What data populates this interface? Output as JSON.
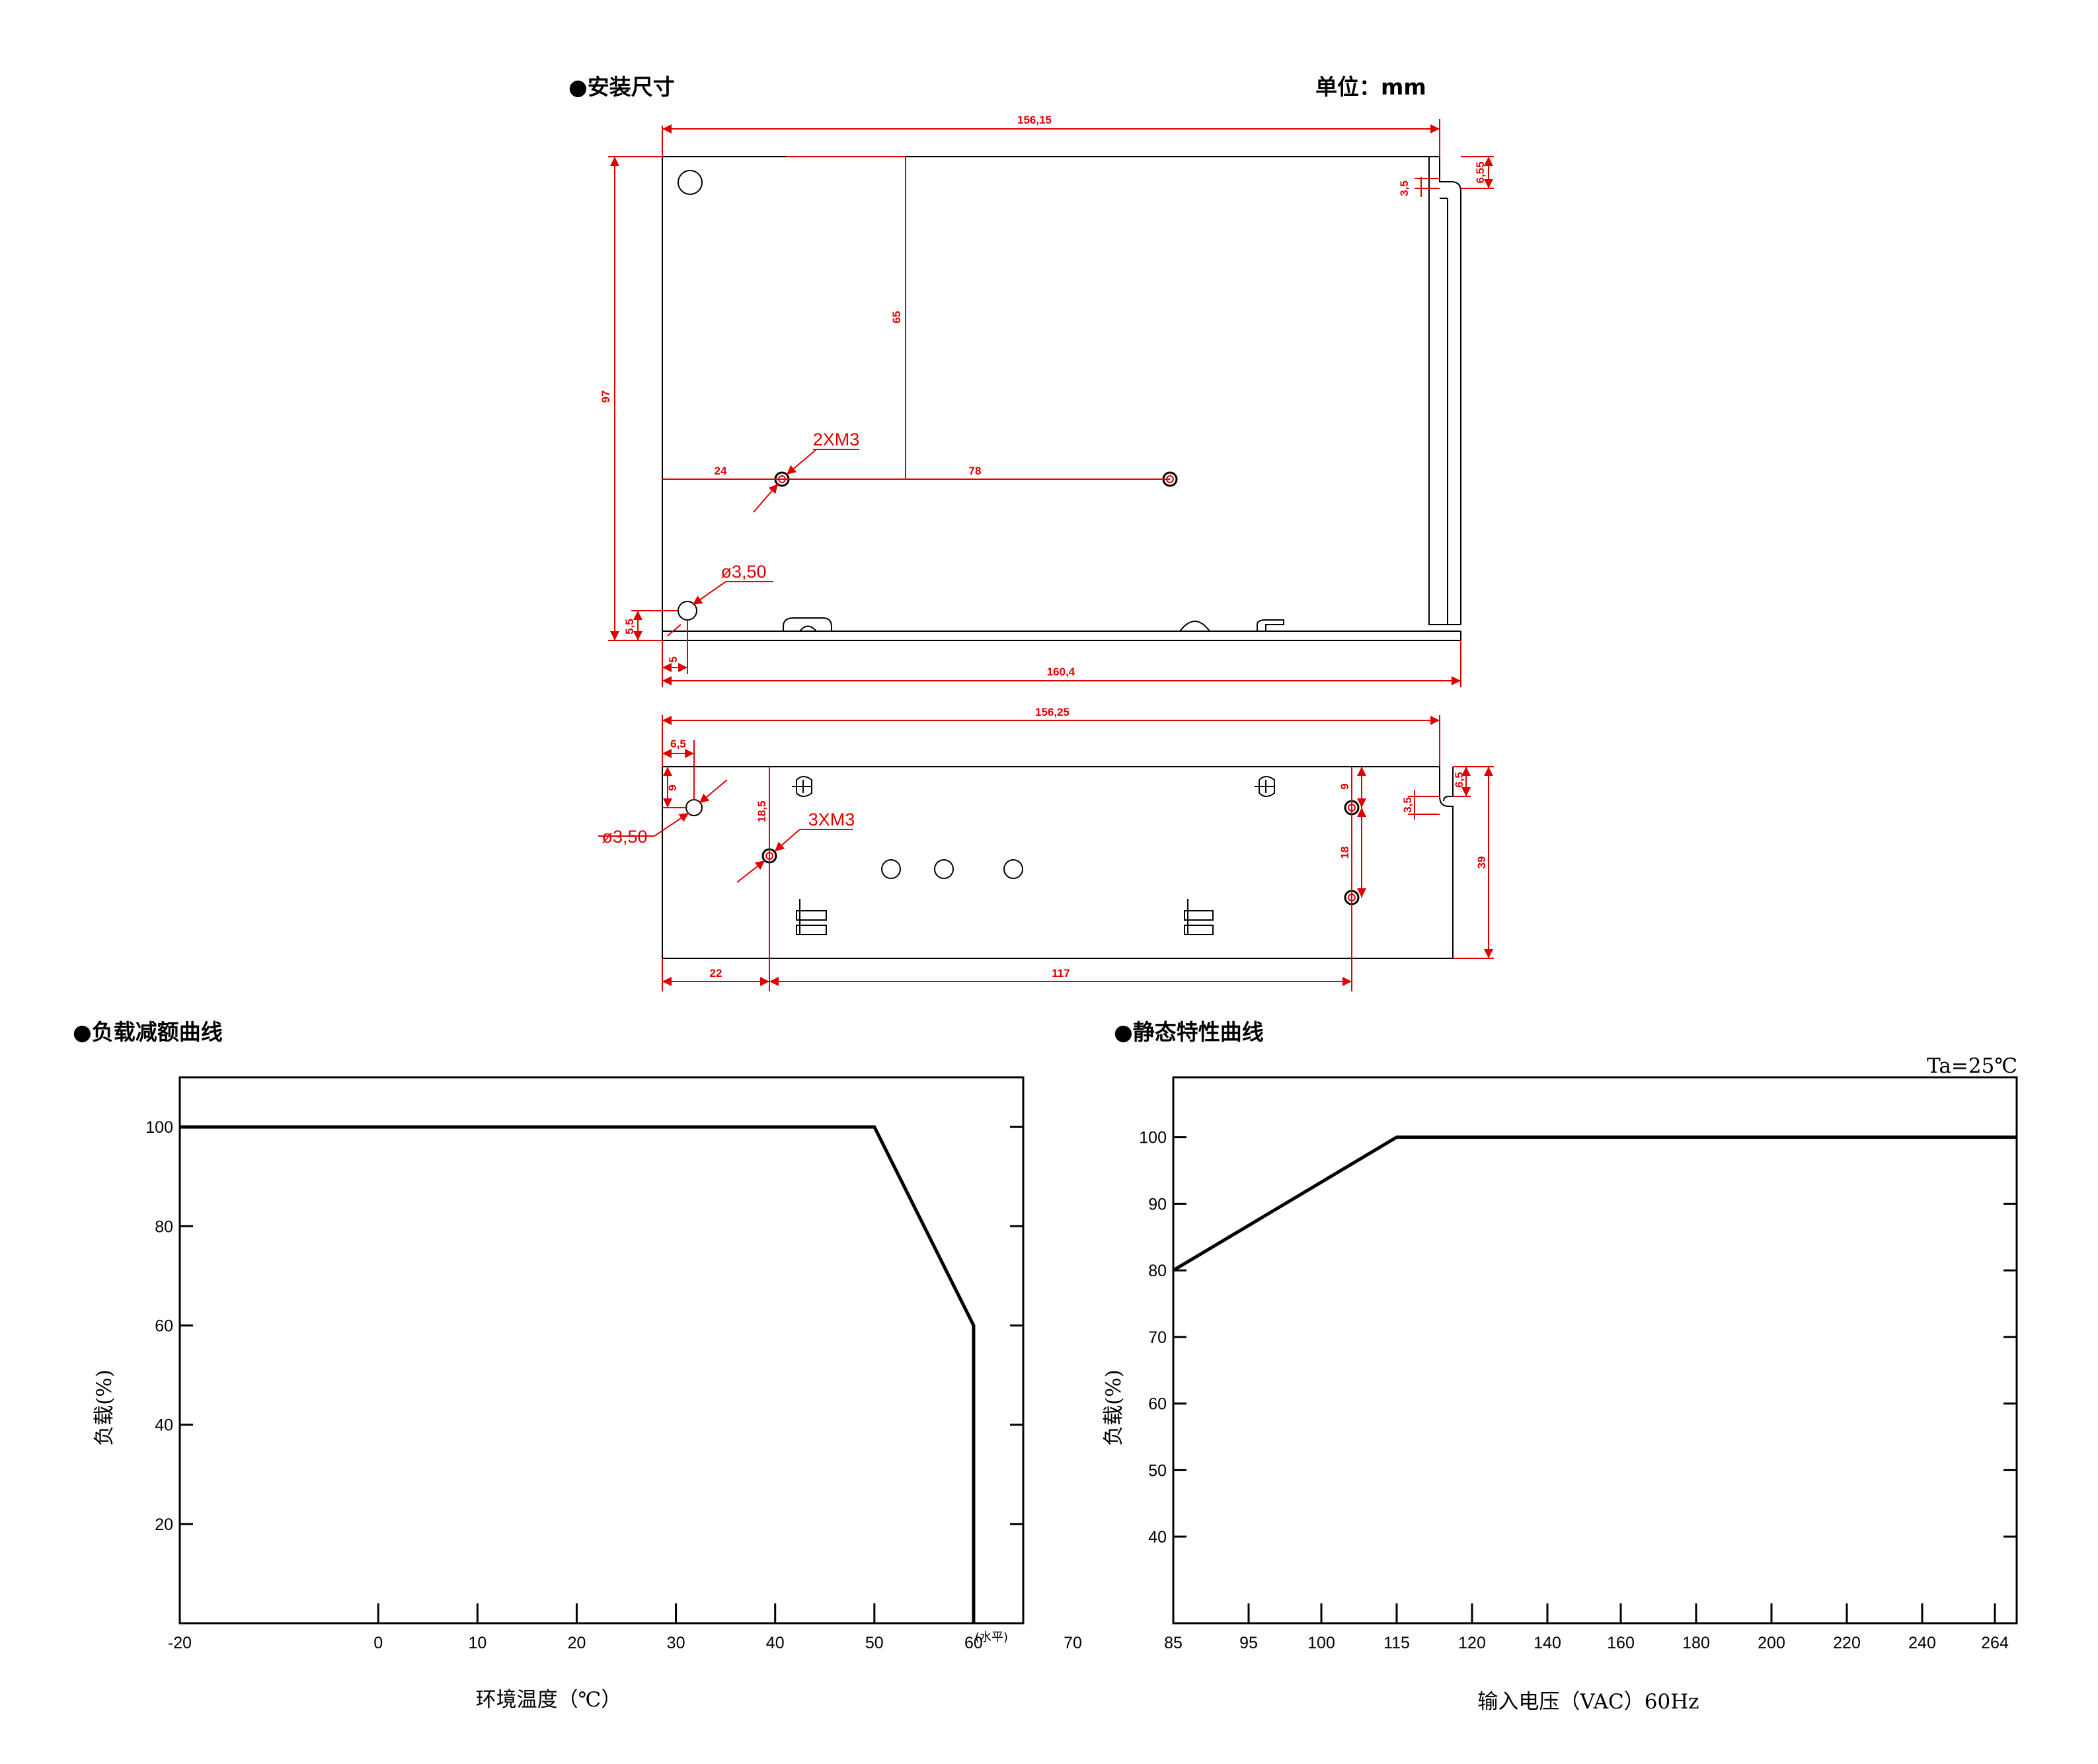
{
  "titles": {
    "install": "●安装尺寸",
    "unit": "单位：mm",
    "derating": "●负载减额曲线",
    "static": "●静态特性曲线"
  },
  "top_view": {
    "dims": {
      "width_top": "156,15",
      "height_total": "97",
      "height_65": "65",
      "dist_24": "24",
      "dist_78": "78",
      "screw_label": "2XM3",
      "hole_label": "ø3,50",
      "dist_5_5": "5,5",
      "dist_5": "5",
      "width_bottom": "160,4",
      "right_3_5": "3,5",
      "right_6_55": "6,55"
    }
  },
  "side_view": {
    "dims": {
      "width_top": "156,25",
      "left_6_5": "6,5",
      "left_9": "9",
      "hole_label": "ø3,50",
      "dist_18_5": "18,5",
      "screw_label": "3XM3",
      "right_9": "9",
      "right_18": "18",
      "right_3_5": "3,5",
      "right_6_5": "6,5",
      "height_39": "39",
      "bottom_22": "22",
      "bottom_117": "117"
    }
  },
  "chart_data": [
    {
      "type": "line",
      "x_ticks": [
        "-20",
        "0",
        "10",
        "20",
        "30",
        "40",
        "50",
        "60",
        "70"
      ],
      "x_tick_values": [
        -20,
        0,
        10,
        20,
        30,
        40,
        50,
        60,
        70
      ],
      "y_ticks": [
        "100",
        "80",
        "60",
        "40",
        "20"
      ],
      "y_tick_values": [
        100,
        80,
        60,
        40,
        20
      ],
      "xlim": [
        -20,
        65
      ],
      "ylim": [
        0,
        110
      ],
      "x_note": "(水平)",
      "xlabel": "环境温度（℃）",
      "ylabel": "负载(%)",
      "series": [
        {
          "x": [
            -20,
            50,
            60,
            60
          ],
          "y": [
            100,
            100,
            60,
            0
          ]
        }
      ]
    },
    {
      "type": "line",
      "x_ticks": [
        "85",
        "95",
        "100",
        "115",
        "120",
        "140",
        "160",
        "180",
        "200",
        "220",
        "240",
        "264"
      ],
      "y_ticks": [
        "100",
        "90",
        "80",
        "70",
        "60",
        "50",
        "40"
      ],
      "y_tick_values": [
        100,
        90,
        80,
        70,
        60,
        50,
        40
      ],
      "ylim": [
        27,
        109
      ],
      "annotation": "Ta=25℃",
      "xlabel": "输入电压（VAC）60Hz",
      "ylabel": "负载(%)",
      "series": [
        {
          "x_index": [
            0,
            3,
            11.4
          ],
          "y": [
            80,
            100,
            100
          ]
        }
      ]
    }
  ]
}
